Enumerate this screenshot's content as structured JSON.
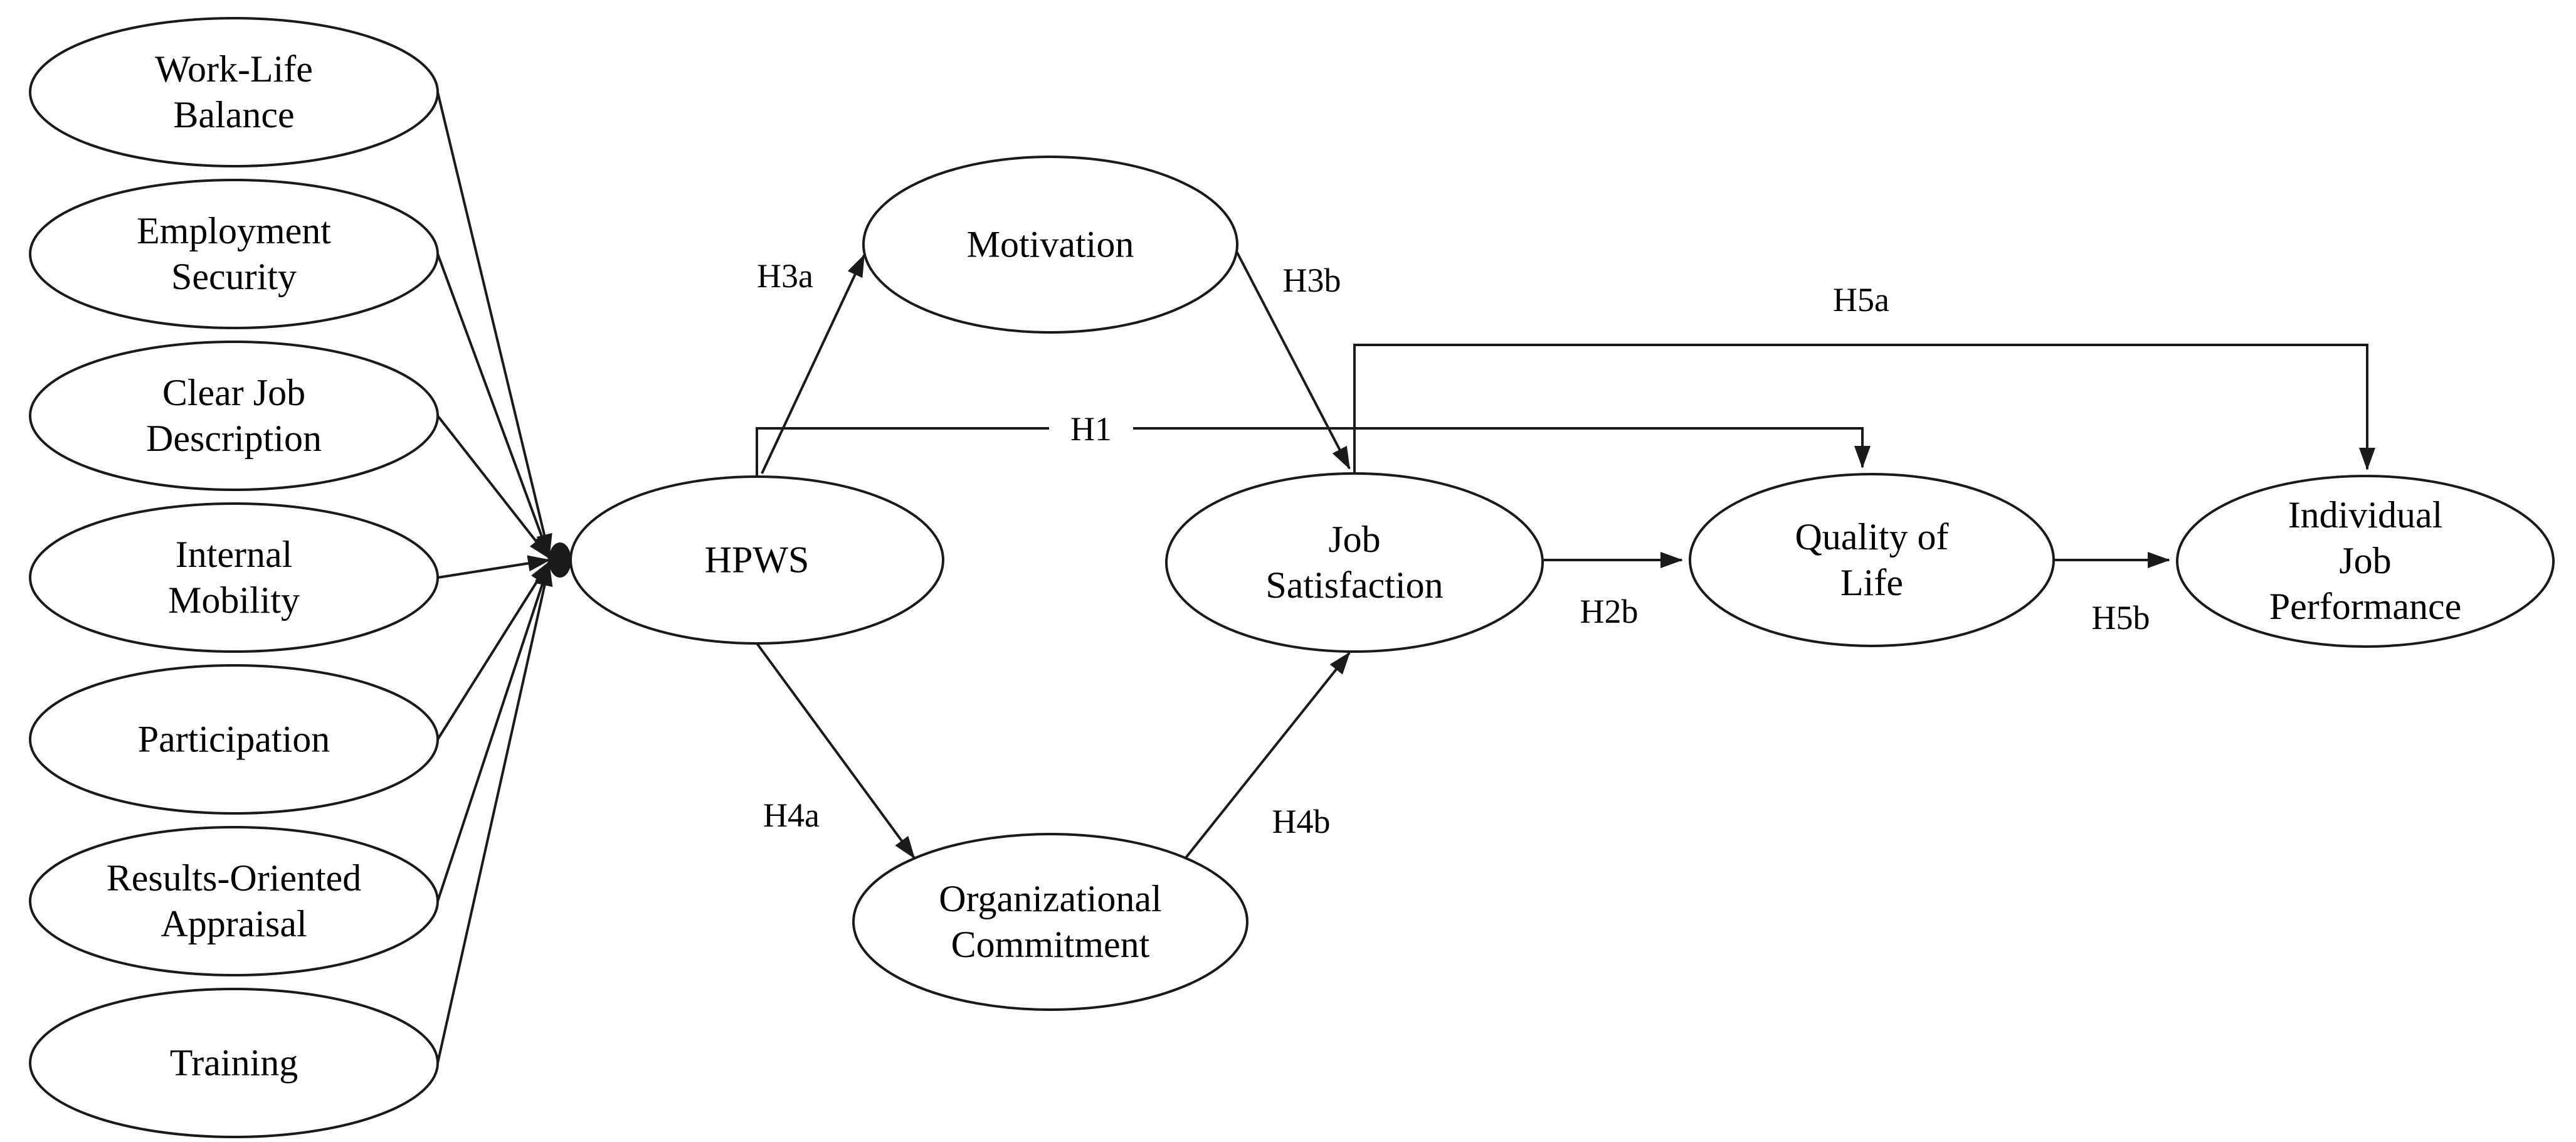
{
  "diagram": {
    "background_color": "#ffffff",
    "line_color": "#1a1a1a",
    "indicators": [
      {
        "label": "Work-Life\nBalance"
      },
      {
        "label": "Employment\nSecurity"
      },
      {
        "label": "Clear Job\nDescription"
      },
      {
        "label": "Internal\nMobility"
      },
      {
        "label": "Participation"
      },
      {
        "label": "Results-Oriented\nAppraisal"
      },
      {
        "label": "Training"
      }
    ],
    "constructs": [
      {
        "id": "hpws",
        "label": "HPWS"
      },
      {
        "id": "motivation",
        "label": "Motivation"
      },
      {
        "id": "organizational-commitment",
        "label": "Organizational\nCommitment"
      },
      {
        "id": "job-satisfaction",
        "label": "Job\nSatisfaction"
      },
      {
        "id": "quality-of-life",
        "label": "Quality of\nLife"
      },
      {
        "id": "individual-job-performance",
        "label": "Individual Job\nPerformance"
      }
    ],
    "hypotheses": {
      "h1": "H1",
      "h2b": "H2b",
      "h3a": "H3a",
      "h3b": "H3b",
      "h4a": "H4a",
      "h4b": "H4b",
      "h5a": "H5a",
      "h5b": "H5b"
    }
  }
}
